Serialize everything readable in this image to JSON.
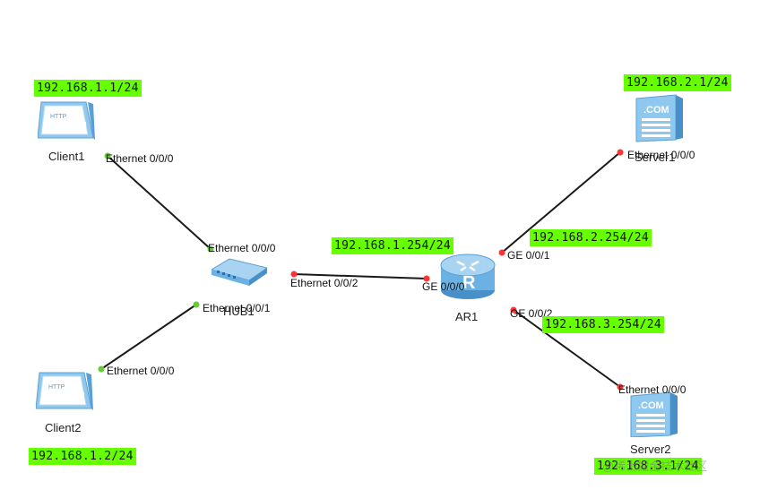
{
  "devices": {
    "client1": {
      "name": "Client1",
      "ip": "192.168.1.1/24",
      "port": "Ethernet 0/0/0",
      "icon": "http-client-icon"
    },
    "client2": {
      "name": "Client2",
      "ip": "192.168.1.2/24",
      "port": "Ethernet 0/0/0",
      "icon": "http-client-icon"
    },
    "hub1": {
      "name": "HUB1",
      "ports": [
        "Ethernet 0/0/0",
        "Ethernet 0/0/1",
        "Ethernet 0/0/2"
      ],
      "icon": "hub-icon"
    },
    "ar1": {
      "name": "AR1",
      "ports": [
        "GE 0/0/0",
        "GE 0/0/1",
        "GE 0/0/2"
      ],
      "ips": [
        "192.168.1.254/24",
        "192.168.2.254/24",
        "192.168.3.254/24"
      ],
      "icon": "router-icon"
    },
    "server1": {
      "name": "Server1",
      "ip": "192.168.2.1/24",
      "port": "Ethernet 0/0/0",
      "icon": "server-icon"
    },
    "server2": {
      "name": "Server2",
      "ip": "192.168.3.1/24",
      "port": "Ethernet 0/0/0",
      "icon": "server-icon"
    }
  },
  "icon_text": {
    "http": "HTTP",
    "com": ".COM",
    "router": "R"
  },
  "colors": {
    "ip_label_bg": "#66ff00",
    "link": "#1a1a1a",
    "port_up": "#66cc33",
    "port_down": "#ff3333"
  },
  "watermark": "@稀土掘金技术社区"
}
